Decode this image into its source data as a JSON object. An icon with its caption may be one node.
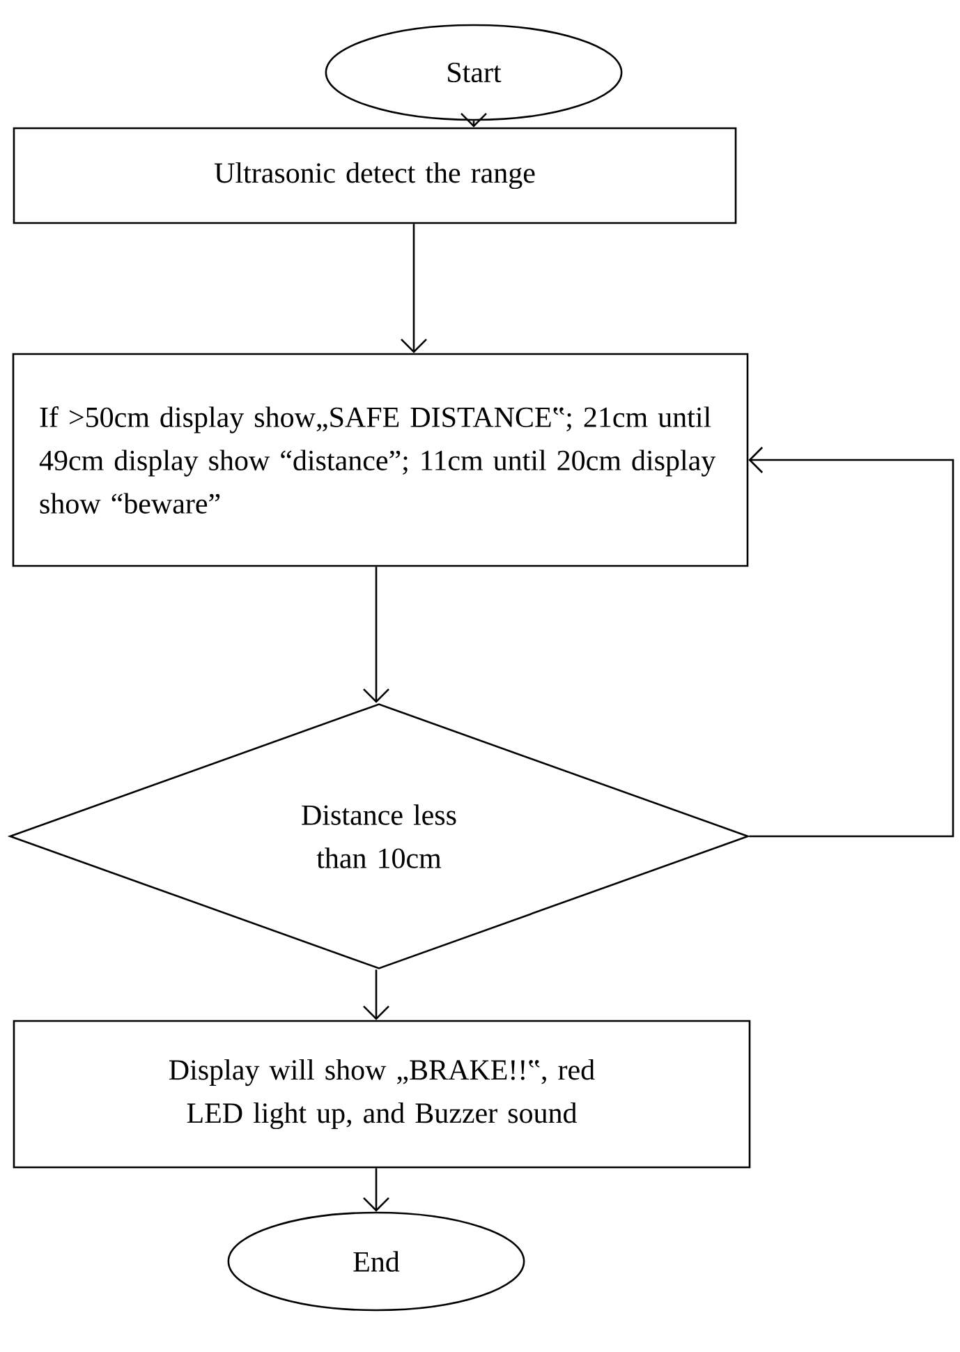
{
  "diagram": {
    "nodes": [
      {
        "text": [
          "Start"
        ]
      },
      {
        "text": [
          "Ultrasonic detect the range"
        ]
      },
      {
        "text": [
          "If >50cm display show„SAFE DISTANCE‟; 21cm until 49cm display show “distance”; 11cm until 20cm display show “beware”"
        ]
      },
      {
        "text": [
          "Distance less than 10cm"
        ]
      },
      {
        "text": [
          "Display will show „BRAKE!!‟, red LED light up, and Buzzer sound"
        ]
      },
      {
        "text": [
          "End"
        ]
      }
    ],
    "edges": [
      {
        "from": 0,
        "to": 1,
        "arrow": "to"
      },
      {
        "from": 1,
        "to": 2,
        "arrow": "to"
      },
      {
        "from": 2,
        "to": 3,
        "arrow": "to"
      },
      {
        "from": 3,
        "to": 4,
        "arrow": "to"
      },
      {
        "from": 4,
        "to": 5,
        "arrow": "to"
      },
      {
        "from": 3,
        "to": 2,
        "arrow": "to"
      }
    ]
  }
}
